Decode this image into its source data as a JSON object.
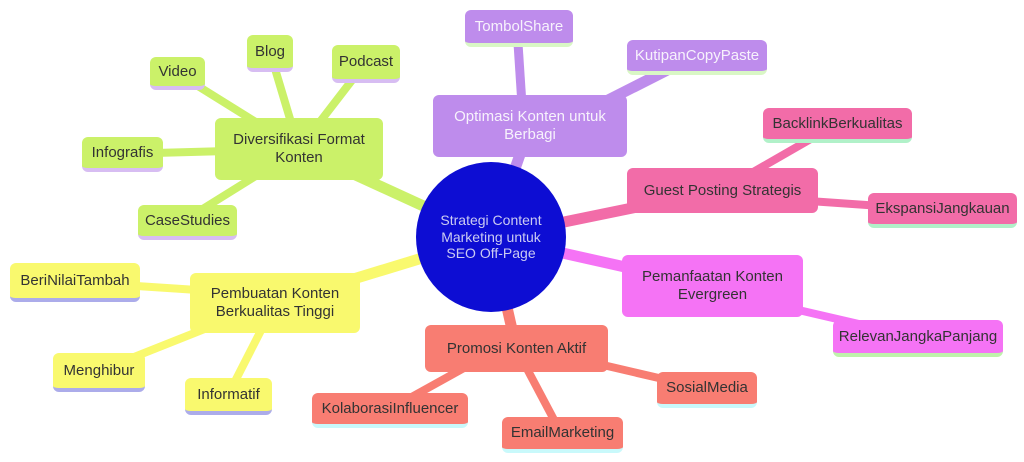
{
  "center": {
    "label": "Strategi Content Marketing untuk SEO Off-Page",
    "bg_color": "#0d0dd3",
    "text_color": "#cbcbf2"
  },
  "branches": [
    {
      "label": "Diversifikasi Format Konten",
      "color": "#cbf169",
      "underline_color": "#d7bdf2",
      "children": [
        {
          "label": "Video"
        },
        {
          "label": "Blog"
        },
        {
          "label": "Podcast"
        },
        {
          "label": "Infografis"
        },
        {
          "label": "CaseStudies"
        }
      ]
    },
    {
      "label": "Optimasi Konten untuk Berbagi",
      "color": "#be8cec",
      "underline_color": "#d9f7c5",
      "children": [
        {
          "label": "TombolShare"
        },
        {
          "label": "KutipanCopyPaste"
        }
      ]
    },
    {
      "label": "Guest Posting Strategis",
      "color": "#f26ca8",
      "underline_color": "#b1f1c9",
      "children": [
        {
          "label": "BacklinkBerkualitas"
        },
        {
          "label": "EkspansiJangkauan"
        }
      ]
    },
    {
      "label": "Pemanfaatan Konten Evergreen",
      "color": "#f573f5",
      "underline_color": "#bff2ab",
      "children": [
        {
          "label": "RelevanJangkaPanjang"
        }
      ]
    },
    {
      "label": "Pembuatan Konten Berkualitas Tinggi",
      "color": "#f9f96e",
      "underline_color": "#acacea",
      "children": [
        {
          "label": "BeriNilaiTambah"
        },
        {
          "label": "Menghibur"
        },
        {
          "label": "Informatif"
        }
      ]
    },
    {
      "label": "Promosi Konten Aktif",
      "color": "#f87d72",
      "underline_color": "#c9f9fb",
      "children": [
        {
          "label": "KolaborasiInfluencer"
        },
        {
          "label": "EmailMarketing"
        },
        {
          "label": "SosialMedia"
        }
      ]
    }
  ]
}
